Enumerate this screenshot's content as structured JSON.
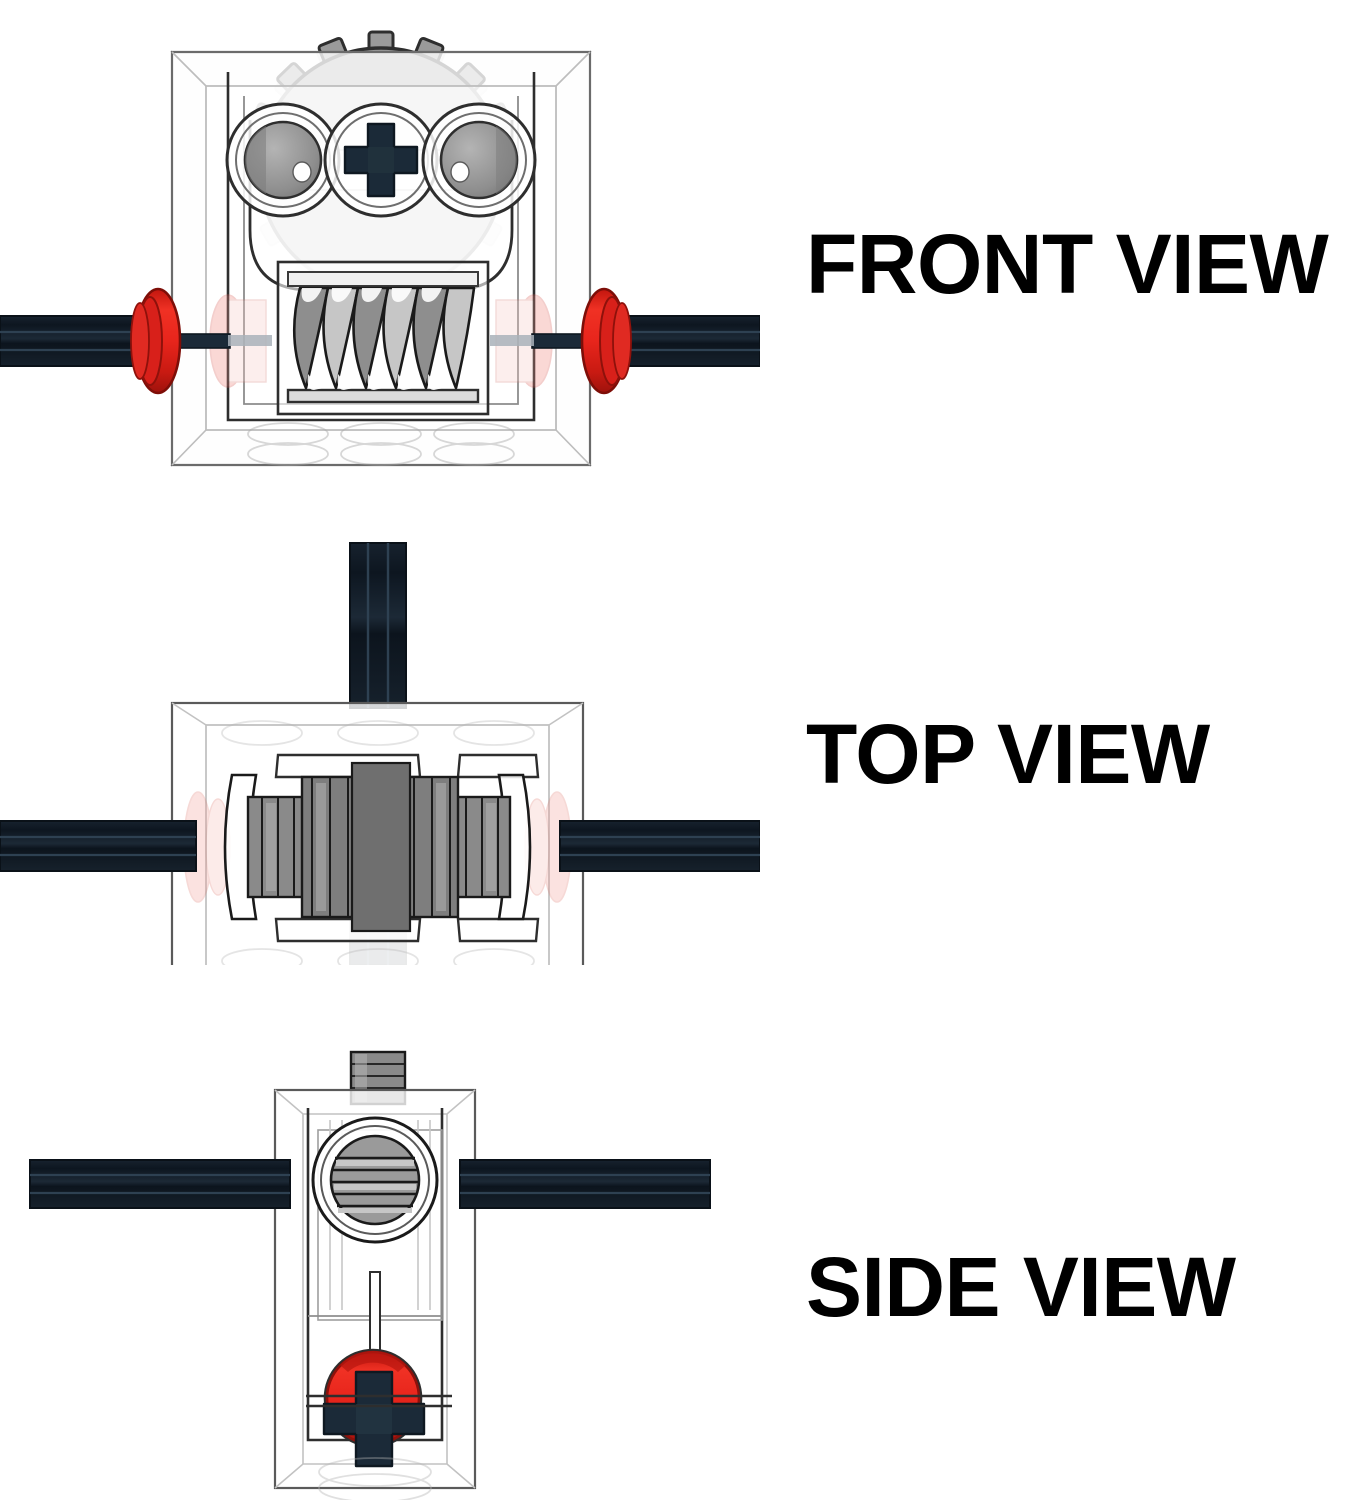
{
  "document": {
    "kind": "technical-illustration",
    "subject": "worm gear gearbox assembly",
    "background_color": "#ffffff",
    "views_count": 3
  },
  "labels": {
    "front": "FRONT VIEW",
    "top": "TOP VIEW",
    "side": "SIDE VIEW"
  },
  "palette": {
    "text": "#000000",
    "axle_dark_navy": "#131E2A",
    "axle_navy_highlight": "#2A3A4A",
    "bushing_red": "#E8251C",
    "bushing_red_dark": "#B01810",
    "bushing_red_pale": "#F7B7B2",
    "gear_gray": "#9A9A9A",
    "gear_gray_light": "#C8C8C8",
    "gear_gray_dark": "#6E6E6E",
    "housing_outline": "#4A4A4A",
    "housing_ghost": "#BDBDBD",
    "housing_fill": "#F2F2F2",
    "outline_black": "#1A1A1A"
  },
  "views": [
    {
      "id": "front",
      "name": "front-view",
      "label": "FRONT VIEW",
      "components": [
        "spur-gear-top",
        "transparent-housing",
        "axle-hole-left",
        "axle-hole-center",
        "axle-hole-right",
        "cross-axle-center",
        "worm-gear",
        "drive-axle-horizontal",
        "bushing-red-left",
        "bushing-red-right"
      ]
    },
    {
      "id": "top",
      "name": "top-view",
      "label": "TOP VIEW",
      "components": [
        "transparent-housing",
        "worm-gear-horizontal",
        "drive-axle-horizontal",
        "output-axle-vertical",
        "bushing-red-left",
        "bushing-red-right"
      ]
    },
    {
      "id": "side",
      "name": "side-view",
      "label": "SIDE VIEW",
      "components": [
        "transparent-housing",
        "output-axle-stub-top",
        "worm-gear-end-face",
        "drive-axle-horizontal",
        "bushing-red-bottom",
        "cross-axle-bottom"
      ]
    }
  ]
}
